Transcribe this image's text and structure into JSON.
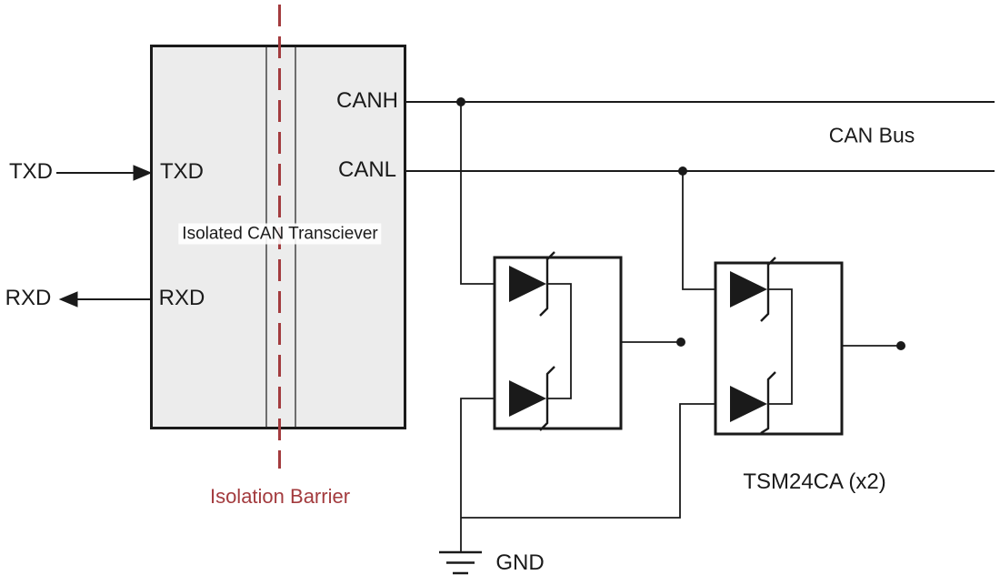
{
  "transceiver": {
    "name": "Isolated CAN Transciever",
    "pin_txd": "TXD",
    "pin_rxd": "RXD",
    "pin_canh": "CANH",
    "pin_canl": "CANL"
  },
  "signals": {
    "txd": "TXD",
    "rxd": "RXD"
  },
  "bus": {
    "label": "CAN Bus"
  },
  "isolation": {
    "label": "Isolation Barrier"
  },
  "tvs": {
    "label": "TSM24CA (x2)"
  },
  "ground": {
    "label": "GND"
  },
  "colors": {
    "wire": "#1a1a1a",
    "transceiver_fill": "#ececec",
    "isolation_red": "#a33b3e"
  }
}
